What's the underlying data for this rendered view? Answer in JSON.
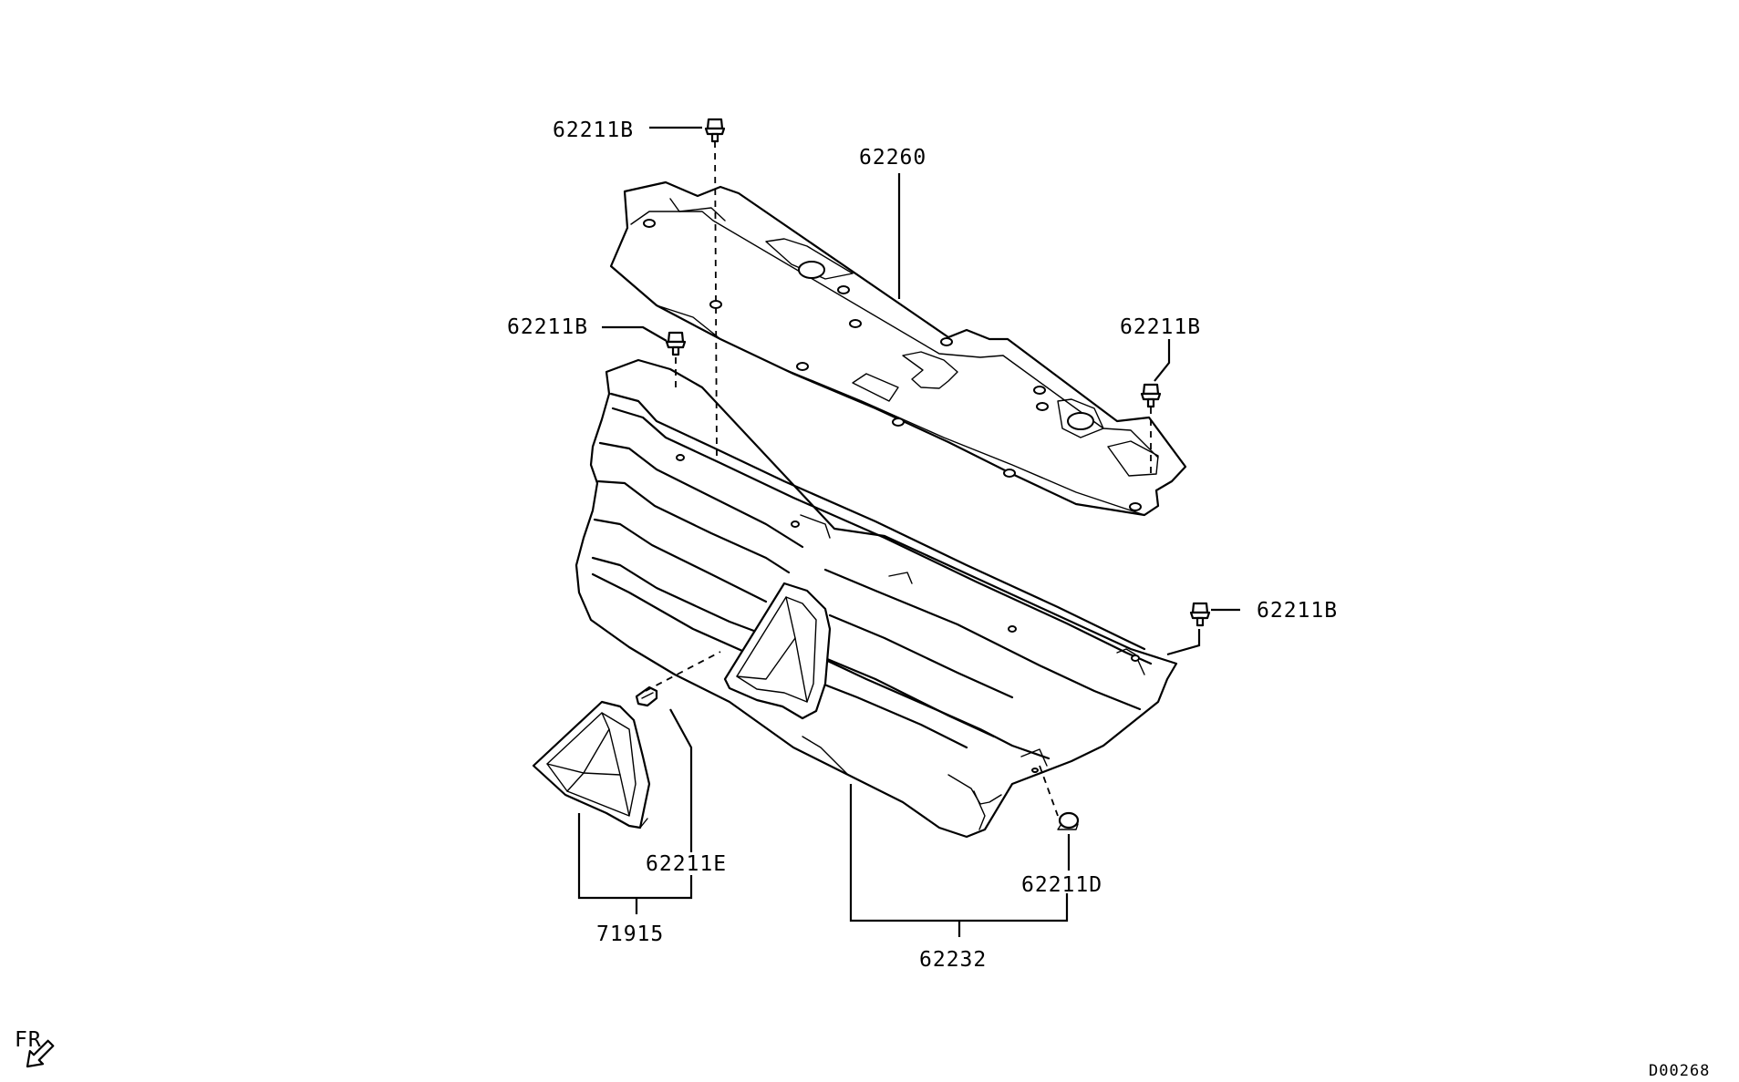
{
  "callouts": {
    "bolt_top_left": "62211B",
    "cover": "62260",
    "bolt_mid_left": "62211B",
    "bolt_mid_right": "62211B",
    "bolt_grille_right": "62211B",
    "clip_emblem": "62211E",
    "emblem": "71915",
    "clip_lower": "62211D",
    "grille": "62232"
  },
  "front_indicator": "FR",
  "diagram_code": "D00268"
}
